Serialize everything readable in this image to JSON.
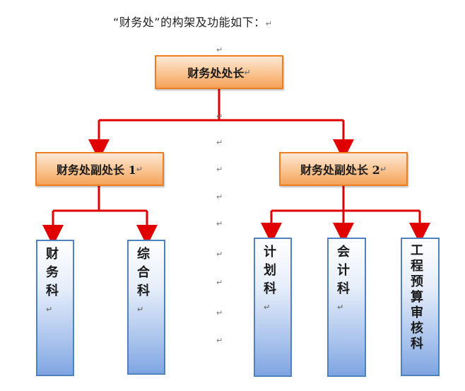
{
  "caption": "“财务处”的构架及功能如下：",
  "return_mark": "↵",
  "director": {
    "label": "财务处处长"
  },
  "deputies": [
    {
      "label": "财务处副处长 1"
    },
    {
      "label": "财务处副处长 2"
    }
  ],
  "sections": [
    {
      "chars": [
        "财",
        "务",
        "科"
      ]
    },
    {
      "chars": [
        "综",
        "合",
        "科"
      ]
    },
    {
      "chars": [
        "计",
        "划",
        "科"
      ]
    },
    {
      "chars": [
        "会",
        "计",
        "科"
      ]
    },
    {
      "chars": [
        "工",
        "程",
        "预",
        "算",
        "审",
        "核",
        "科"
      ]
    }
  ],
  "colors": {
    "connector": "#e00000",
    "orange_border": "#ee7e22",
    "blue_border": "#4f81bd"
  }
}
